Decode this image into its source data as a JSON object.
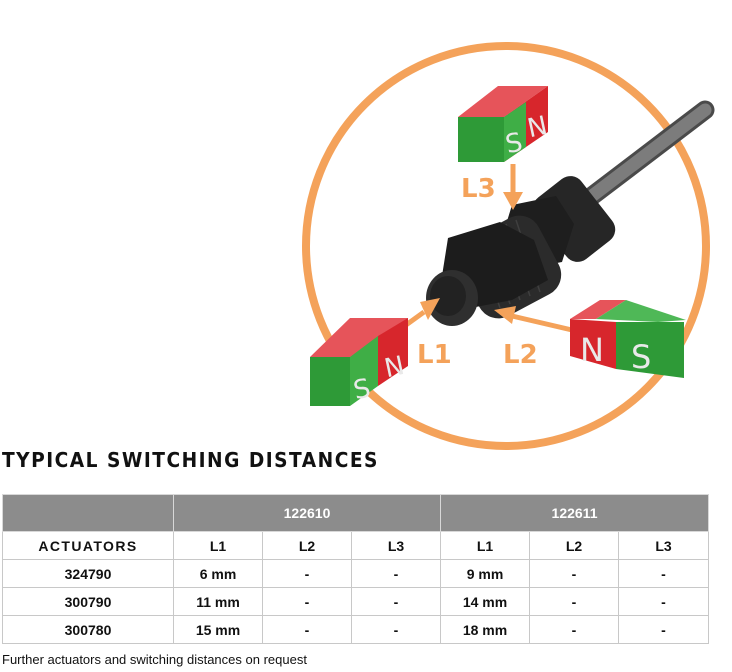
{
  "illustration": {
    "accent_color": "#f4a25a",
    "labels": {
      "l1": "L1",
      "l2": "L2",
      "l3": "L3"
    },
    "magnets": {
      "top": {
        "left_pole": "S",
        "right_pole": "N"
      },
      "left": {
        "left_pole": "S",
        "right_pole": "N"
      },
      "right": {
        "left_pole": "N",
        "right_pole": "S"
      }
    },
    "north_color": "#d7262c",
    "south_color": "#2e9a37"
  },
  "heading": "TYPICAL SWITCHING DISTANCES",
  "table": {
    "groups": [
      "122610",
      "122611"
    ],
    "actuators_header": "ACTUATORS",
    "sub_headers": [
      "L1",
      "L2",
      "L3",
      "L1",
      "L2",
      "L3"
    ],
    "rows": [
      {
        "actuator": "324790",
        "cells": [
          "6 mm",
          "-",
          "-",
          "9 mm",
          "-",
          "-"
        ]
      },
      {
        "actuator": "300790",
        "cells": [
          "11 mm",
          "-",
          "-",
          "14 mm",
          "-",
          "-"
        ]
      },
      {
        "actuator": "300780",
        "cells": [
          "15 mm",
          "-",
          "-",
          "18 mm",
          "-",
          "-"
        ]
      }
    ]
  },
  "footnote": "Further actuators and switching distances on request"
}
